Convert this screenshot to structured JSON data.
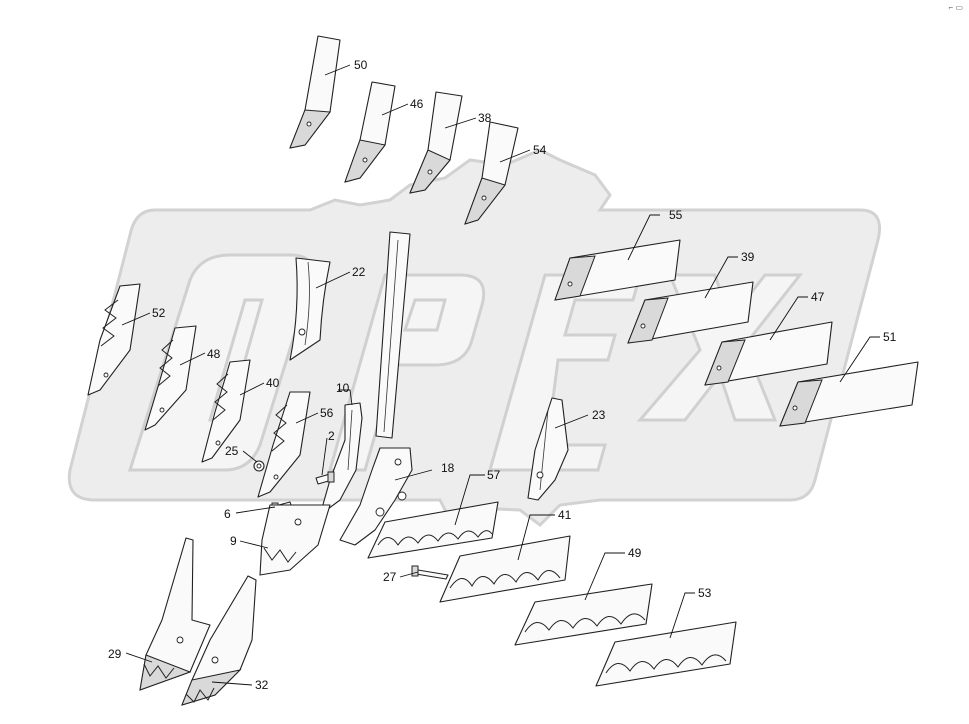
{
  "diagram": {
    "corner_mark": "⌐ ▭",
    "watermark": "OPEX",
    "callouts": [
      {
        "id": "c50",
        "label": "50"
      },
      {
        "id": "c46",
        "label": "46"
      },
      {
        "id": "c38",
        "label": "38"
      },
      {
        "id": "c54",
        "label": "54"
      },
      {
        "id": "c55",
        "label": "55"
      },
      {
        "id": "c39",
        "label": "39"
      },
      {
        "id": "c47",
        "label": "47"
      },
      {
        "id": "c51",
        "label": "51"
      },
      {
        "id": "c22",
        "label": "22"
      },
      {
        "id": "c52",
        "label": "52"
      },
      {
        "id": "c48",
        "label": "48"
      },
      {
        "id": "c40",
        "label": "40"
      },
      {
        "id": "c56",
        "label": "56"
      },
      {
        "id": "c10",
        "label": "10"
      },
      {
        "id": "c2",
        "label": "2"
      },
      {
        "id": "c25",
        "label": "25"
      },
      {
        "id": "c23",
        "label": "23"
      },
      {
        "id": "c18",
        "label": "18"
      },
      {
        "id": "c57",
        "label": "57"
      },
      {
        "id": "c6",
        "label": "6"
      },
      {
        "id": "c9",
        "label": "9"
      },
      {
        "id": "c41",
        "label": "41"
      },
      {
        "id": "c27",
        "label": "27"
      },
      {
        "id": "c49",
        "label": "49"
      },
      {
        "id": "c53",
        "label": "53"
      },
      {
        "id": "c29",
        "label": "29"
      },
      {
        "id": "c32",
        "label": "32"
      }
    ]
  }
}
